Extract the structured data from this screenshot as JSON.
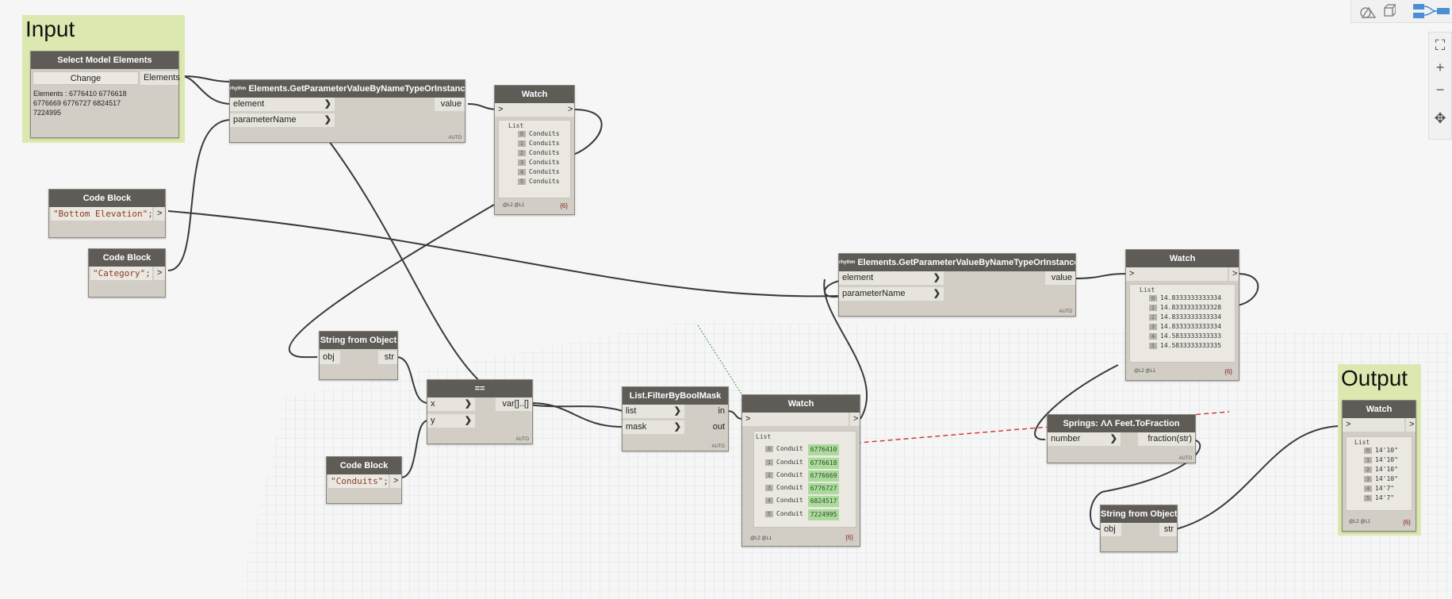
{
  "groups": {
    "input": "Input",
    "output": "Output"
  },
  "select_model_elements": {
    "title": "Select Model Elements",
    "change_label": "Change",
    "output_label": "Elements",
    "summary_line1": "Elements : 6776410 6776618",
    "summary_line2": "6776669 6776727 6824517",
    "summary_line3": "7224995"
  },
  "get_param_1": {
    "tag": "rhythm",
    "title": "Elements.GetParameterValueByNameTypeOrInstance",
    "in_element": "element",
    "in_param": "parameterName",
    "out_value": "value",
    "auto": "AUTO"
  },
  "get_param_2": {
    "tag": "rhythm",
    "title": "Elements.GetParameterValueByNameTypeOrInstance",
    "in_element": "element",
    "in_param": "parameterName",
    "out_value": "value",
    "auto": "AUTO"
  },
  "code_block_1": {
    "title": "Code Block",
    "code": "\"Bottom Elevation\";",
    "out": ">"
  },
  "code_block_2": {
    "title": "Code Block",
    "code": "\"Category\";",
    "out": ">"
  },
  "code_block_3": {
    "title": "Code Block",
    "code": "\"Conduits\";",
    "out": ">"
  },
  "watch_1": {
    "title": "Watch",
    "in": ">",
    "out": ">",
    "list_label": "List",
    "items": [
      {
        "idx": "0",
        "val": "Conduits"
      },
      {
        "idx": "1",
        "val": "Conduits"
      },
      {
        "idx": "2",
        "val": "Conduits"
      },
      {
        "idx": "3",
        "val": "Conduits"
      },
      {
        "idx": "4",
        "val": "Conduits"
      },
      {
        "idx": "5",
        "val": "Conduits"
      }
    ],
    "footer": "@L2 @L1",
    "count": "{6}"
  },
  "watch_2": {
    "title": "Watch",
    "in": ">",
    "out": ">",
    "list_label": "List",
    "items": [
      {
        "idx": "0",
        "val": "14.8333333333334"
      },
      {
        "idx": "1",
        "val": "14.8333333333328"
      },
      {
        "idx": "2",
        "val": "14.8333333333334"
      },
      {
        "idx": "3",
        "val": "14.8333333333334"
      },
      {
        "idx": "4",
        "val": "14.5833333333333"
      },
      {
        "idx": "5",
        "val": "14.5833333333335"
      }
    ],
    "footer": "@L2 @L1",
    "count": "{6}"
  },
  "watch_3": {
    "title": "Watch",
    "in": ">",
    "out": ">",
    "list_label": "List",
    "items": [
      {
        "idx": "0",
        "val": "Conduit",
        "id": "6776410"
      },
      {
        "idx": "1",
        "val": "Conduit",
        "id": "6776618"
      },
      {
        "idx": "2",
        "val": "Conduit",
        "id": "6776669"
      },
      {
        "idx": "3",
        "val": "Conduit",
        "id": "6776727"
      },
      {
        "idx": "4",
        "val": "Conduit",
        "id": "6824517"
      },
      {
        "idx": "5",
        "val": "Conduit",
        "id": "7224995"
      }
    ],
    "footer": "@L2 @L1",
    "count": "{6}"
  },
  "watch_4": {
    "title": "Watch",
    "in": ">",
    "out": ">",
    "list_label": "List",
    "items": [
      {
        "idx": "0",
        "val": "14'10\""
      },
      {
        "idx": "1",
        "val": "14'10\""
      },
      {
        "idx": "2",
        "val": "14'10\""
      },
      {
        "idx": "3",
        "val": "14'10\""
      },
      {
        "idx": "4",
        "val": "14'7\""
      },
      {
        "idx": "5",
        "val": "14'7\""
      }
    ],
    "footer": "@L2 @L1",
    "count": "{6}"
  },
  "string_from_object_1": {
    "title": "String from Object",
    "in": "obj",
    "out": "str"
  },
  "string_from_object_2": {
    "title": "String from Object",
    "in": "obj",
    "out": "str"
  },
  "equals": {
    "title": "==",
    "in_x": "x",
    "in_y": "y",
    "out": "var[]..[]",
    "auto": "AUTO"
  },
  "filter": {
    "title": "List.FilterByBoolMask",
    "in_list": "list",
    "in_mask": "mask",
    "out_in": "in",
    "out_out": "out",
    "auto": "AUTO"
  },
  "springs": {
    "title": "Springs: ΛΛ Feet.ToFraction",
    "in": "number",
    "out": "fraction(str)",
    "auto": "AUTO"
  },
  "colors": {
    "background": "#f6f6f6",
    "group_fill": "#dbe9b0",
    "node_header": "#5f5c58",
    "node_body": "#d2cec6",
    "wire": "#3a3a3a",
    "grid": "#b9cbd6",
    "highlight": "#a9dc9a"
  },
  "icons": {
    "toolbar": [
      "geometry-view-icon",
      "graph-view-icon"
    ],
    "navigation": [
      "zoom-to-fit-icon",
      "zoom-in-icon",
      "zoom-out-icon",
      "pan-icon"
    ]
  }
}
